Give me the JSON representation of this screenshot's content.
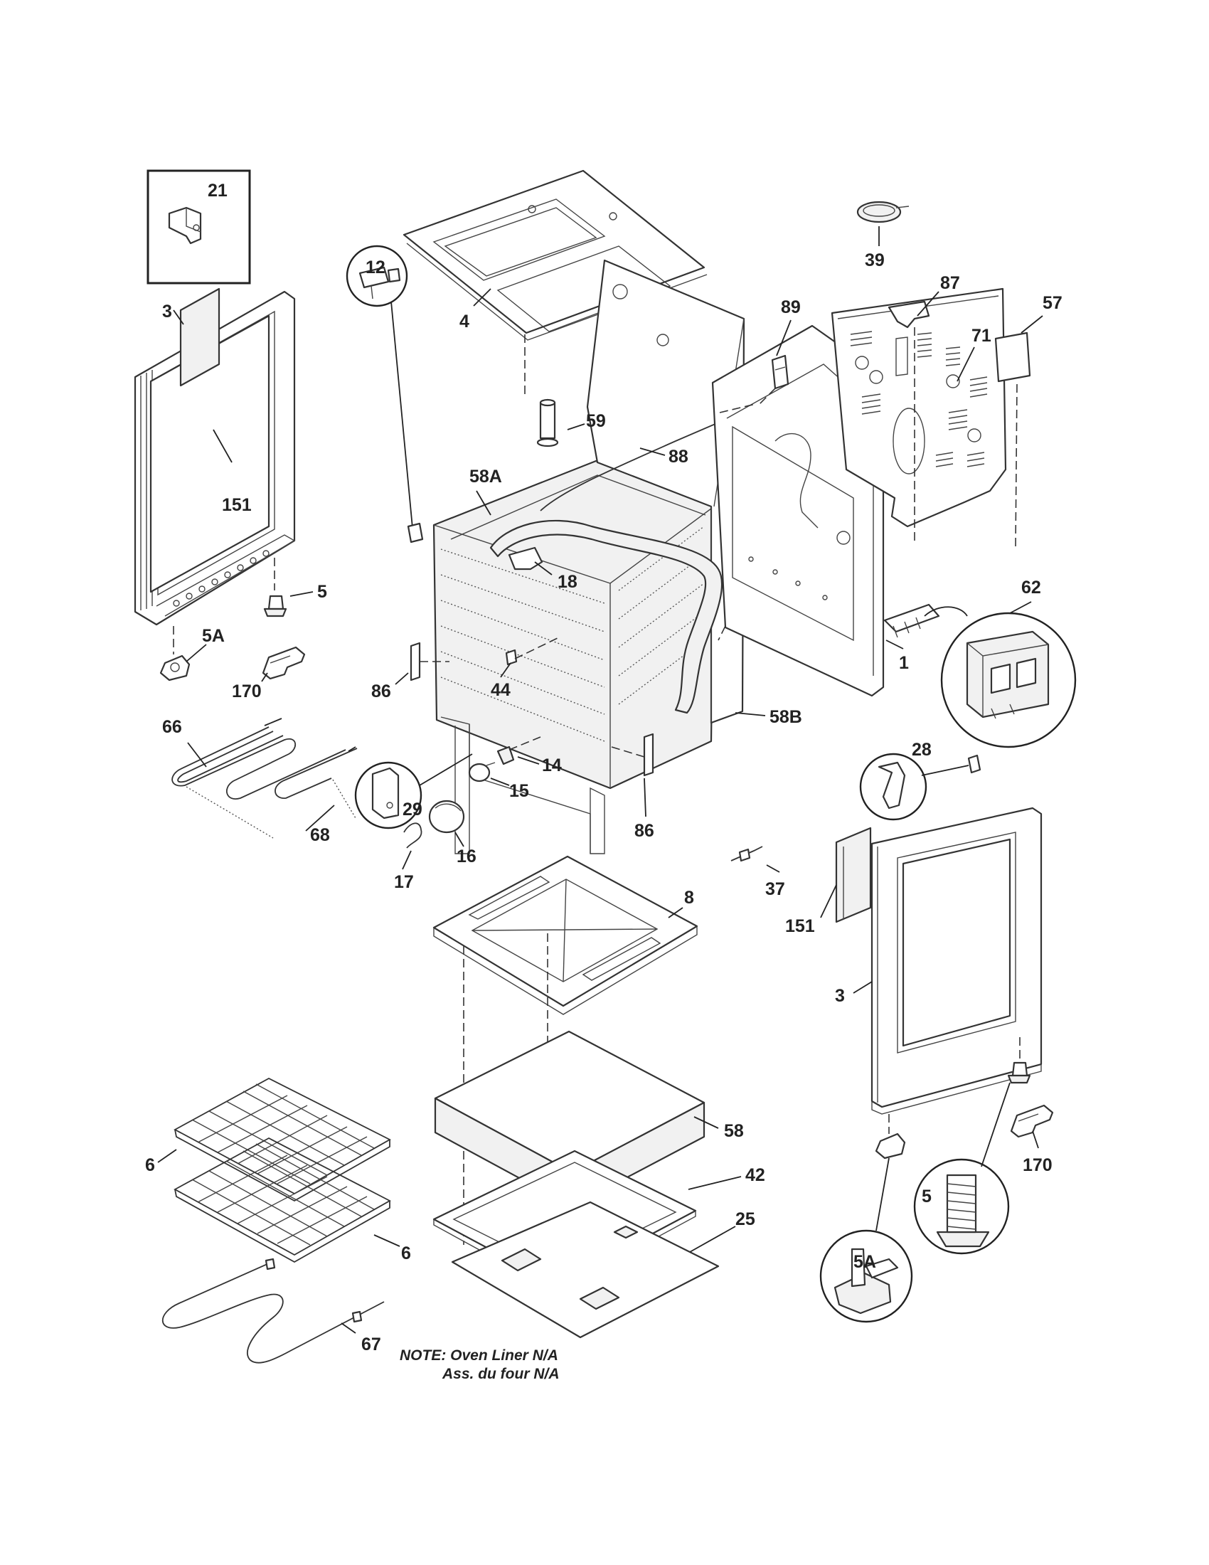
{
  "callouts": {
    "c21": "21",
    "c3a": "3",
    "c151a": "151",
    "c5a": "5",
    "c5Aa": "5A",
    "c170a": "170",
    "c66": "66",
    "c68": "68",
    "c4": "4",
    "c59": "59",
    "c12": "12",
    "c58A": "58A",
    "c88": "88",
    "c18": "18",
    "c86a": "86",
    "c44": "44",
    "c58B": "58B",
    "c29": "29",
    "c14": "14",
    "c15": "15",
    "c16": "16",
    "c17": "17",
    "c86b": "86",
    "c39": "39",
    "c87": "87",
    "c57": "57",
    "c89": "89",
    "c71": "71",
    "c1": "1",
    "c62": "62",
    "c28": "28",
    "c37": "37",
    "c151b": "151",
    "c3b": "3",
    "c8": "8",
    "c58": "58",
    "c42": "42",
    "c25": "25",
    "c6a": "6",
    "c6b": "6",
    "c67": "67",
    "c170b": "170",
    "c5b": "5",
    "c5Ab": "5A"
  },
  "note": {
    "line1": "NOTE: Oven Liner N/A",
    "line2": "Ass. du four N/A"
  }
}
